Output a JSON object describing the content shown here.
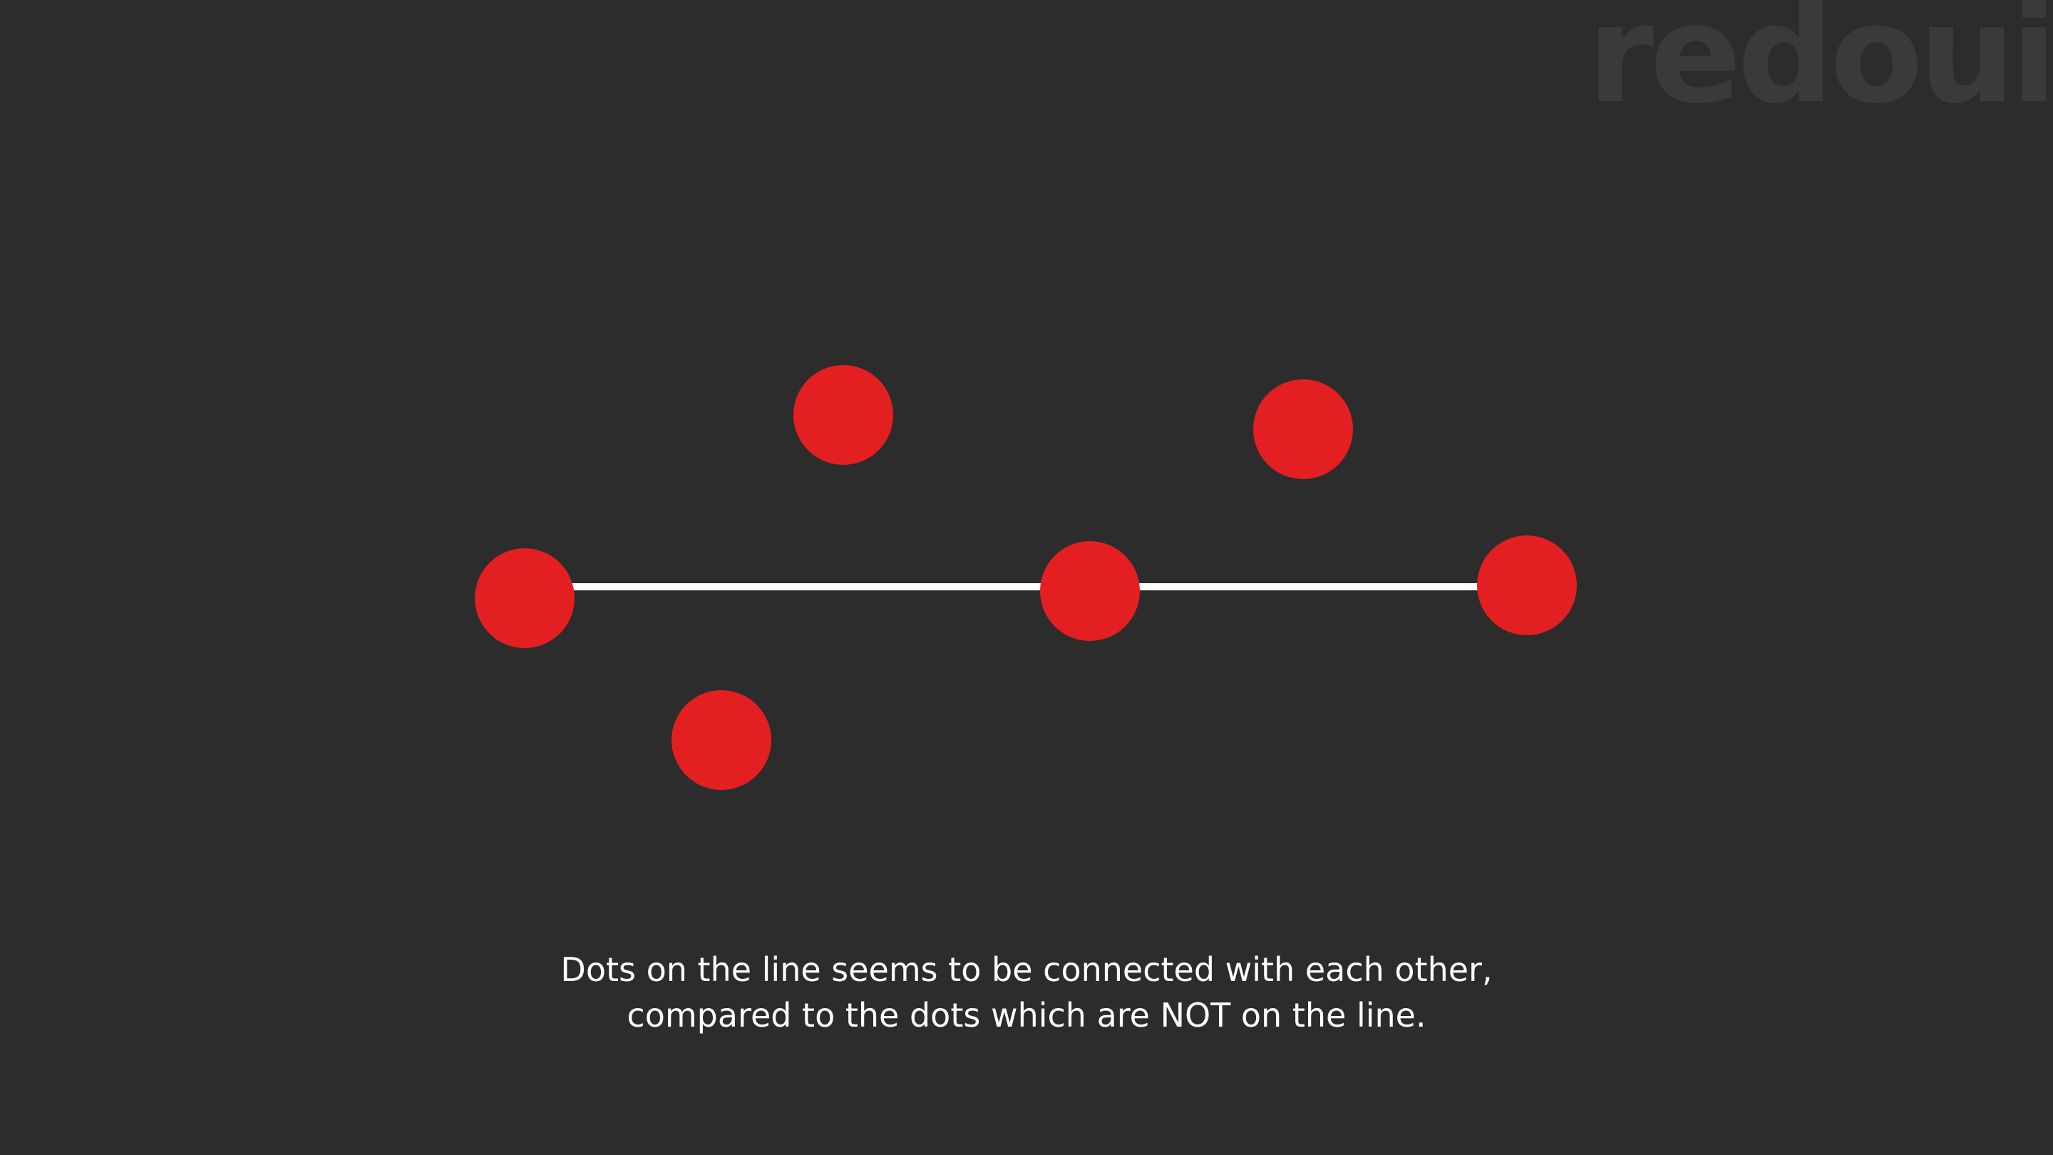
{
  "logo": {
    "text": "redoui",
    "color": "#3a3a3a"
  },
  "colors": {
    "background": "#2c2c2c",
    "dot": "#e41f22",
    "line": "#ffffff",
    "caption": "#ffffff"
  },
  "caption": {
    "line1": "Dots on the line seems to be connected with each other,",
    "line2": "compared to the dots which are NOT on the line."
  },
  "dots": [
    {
      "name": "dot-on-line-left",
      "on_line": true
    },
    {
      "name": "dot-on-line-middle",
      "on_line": true
    },
    {
      "name": "dot-on-line-right",
      "on_line": true
    },
    {
      "name": "dot-off-line-upper-left",
      "on_line": false
    },
    {
      "name": "dot-off-line-upper-right",
      "on_line": false
    },
    {
      "name": "dot-off-line-lower-left",
      "on_line": false
    }
  ]
}
